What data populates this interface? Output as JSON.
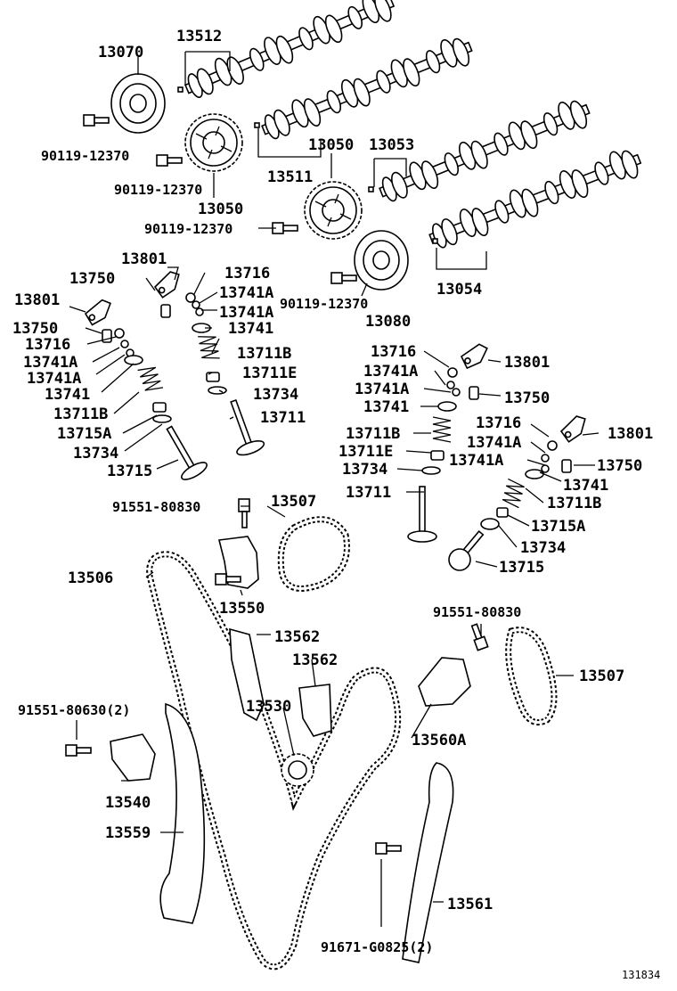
{
  "diagram_id": "131834",
  "labels": {
    "l13512": "13512",
    "l13070": "13070",
    "l90119a": "90119-12370",
    "l90119b": "90119-12370",
    "l13050a": "13050",
    "l13511": "13511",
    "l13050b": "13050",
    "l13053": "13053",
    "l90119c": "90119-12370",
    "l90119d": "90119-12370",
    "l13080": "13080",
    "l13054": "13054",
    "l13801a": "13801",
    "l13716a": "13716",
    "l13750a": "13750",
    "l13741Aa": "13741A",
    "l13801b": "13801",
    "l13741Ab": "13741A",
    "l13741a": "13741",
    "l13750b": "13750",
    "l13711Ba": "13711B",
    "l13716b": "13716",
    "l13711Ea": "13711E",
    "l13741Ac": "13741A",
    "l13734a": "13734",
    "l13741Ad": "13741A",
    "l13711a": "13711",
    "l13741b": "13741",
    "l13711Bb": "13711B",
    "l13715Aa": "13715A",
    "l13734b": "13734",
    "l13715a": "13715",
    "l13716c": "13716",
    "l13801c": "13801",
    "l13741Ae": "13741A",
    "l13741Af": "13741A",
    "l13750c": "13750",
    "l13741c": "13741",
    "l13711Bc": "13711B",
    "l13711Eb": "13711E",
    "l13734c": "13734",
    "l13711b": "13711",
    "l13716d": "13716",
    "l13801d": "13801",
    "l13741Ag": "13741A",
    "l13741Ah": "13741A",
    "l13750d": "13750",
    "l13741d": "13741",
    "l13711Bd": "13711B",
    "l13715Ab": "13715A",
    "l13734d": "13734",
    "l13715b": "13715",
    "l91551a": "91551-80830",
    "l13507a": "13507",
    "l13506": "13506",
    "l13550": "13550",
    "l13562a": "13562",
    "l13562b": "13562",
    "l91551b": "91551-80830",
    "l13507b": "13507",
    "l91551c": "91551-80630(2)",
    "l13530": "13530",
    "l13560A": "13560A",
    "l13540": "13540",
    "l13559": "13559",
    "l13561": "13561",
    "l91671": "91671-G0825(2)"
  }
}
